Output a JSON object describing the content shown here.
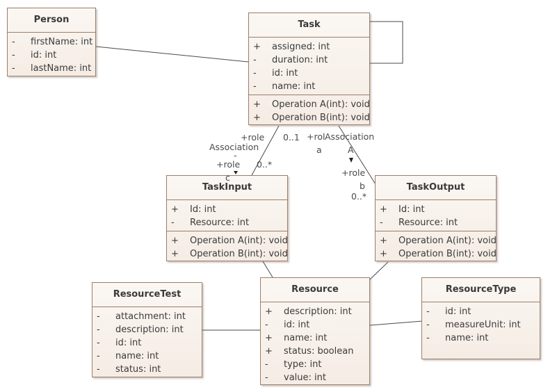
{
  "classes": {
    "person": {
      "name": "Person",
      "attributes": [
        {
          "vis": "-",
          "text": "firstName: int"
        },
        {
          "vis": "-",
          "text": "id: int"
        },
        {
          "vis": "-",
          "text": "lastName: int"
        }
      ]
    },
    "task": {
      "name": "Task",
      "attributes": [
        {
          "vis": "+",
          "text": "assigned: int"
        },
        {
          "vis": "-",
          "text": "duration: int"
        },
        {
          "vis": "-",
          "text": "id: int"
        },
        {
          "vis": "-",
          "text": "name: int"
        }
      ],
      "operations": [
        {
          "vis": "+",
          "text": "Operation A(int): void"
        },
        {
          "vis": "+",
          "text": "Operation B(int): void"
        }
      ]
    },
    "task_input": {
      "name": "TaskInput",
      "attributes": [
        {
          "vis": "+",
          "text": "Id: int"
        },
        {
          "vis": "-",
          "text": "Resource: int"
        }
      ],
      "operations": [
        {
          "vis": "+",
          "text": "Operation A(int): void"
        },
        {
          "vis": "+",
          "text": "Operation B(int): void"
        }
      ]
    },
    "task_output": {
      "name": "TaskOutput",
      "attributes": [
        {
          "vis": "+",
          "text": "Id: int"
        },
        {
          "vis": "-",
          "text": "Resource: int"
        }
      ],
      "operations": [
        {
          "vis": "+",
          "text": "Operation A(int): void"
        },
        {
          "vis": "+",
          "text": "Operation B(int): void"
        }
      ]
    },
    "resource_test": {
      "name": "ResourceTest",
      "attributes": [
        {
          "vis": "-",
          "text": "attachment: int"
        },
        {
          "vis": "-",
          "text": "description: int"
        },
        {
          "vis": "-",
          "text": "id: int"
        },
        {
          "vis": "-",
          "text": "name: int"
        },
        {
          "vis": "-",
          "text": "status: int"
        }
      ]
    },
    "resource": {
      "name": "Resource",
      "attributes": [
        {
          "vis": "+",
          "text": "description: int"
        },
        {
          "vis": "-",
          "text": "id: int"
        },
        {
          "vis": "+",
          "text": "name: int"
        },
        {
          "vis": "+",
          "text": "status: boolean"
        },
        {
          "vis": "-",
          "text": "type: int"
        },
        {
          "vis": "-",
          "text": "value: int"
        }
      ]
    },
    "resource_type": {
      "name": "ResourceType",
      "attributes": [
        {
          "vis": "-",
          "text": "id: int"
        },
        {
          "vis": "-",
          "text": "measureUnit: int"
        },
        {
          "vis": "-",
          "text": "name: int"
        }
      ]
    }
  },
  "labels": {
    "input_role_top": "+role",
    "input_assoc": "Association",
    "input_dash": "-",
    "input_role_bottom": "+role",
    "input_role_c": "c",
    "input_mult_top": "0..1",
    "input_mult_bottom": "0..*",
    "output_role_top": "+rol",
    "output_role_a": "a",
    "output_assoc": "Association",
    "output_assoc_a": "A",
    "output_role_bottom": "+role",
    "output_role_b": "b",
    "output_mult_bottom": "0..*"
  },
  "colors": {
    "border": "#9a7e6a",
    "fill_top": "#fbf7f3",
    "fill_bottom": "#f5ece4",
    "line": "#4a4a4a"
  }
}
